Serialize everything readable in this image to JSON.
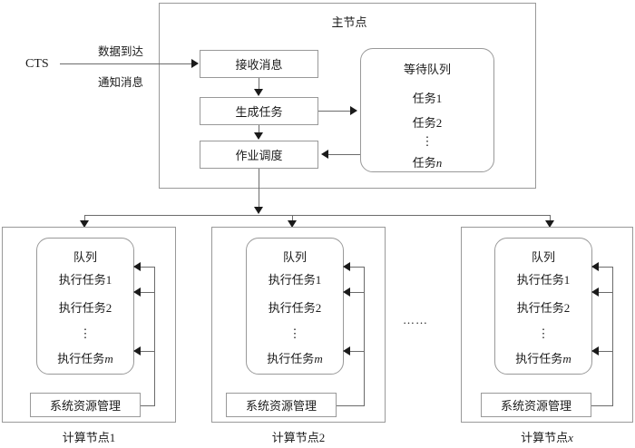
{
  "diagram": {
    "title_master": "主节点",
    "external": {
      "source_label": "CTS",
      "edge_label_top": "数据到达",
      "edge_label_bottom": "通知消息"
    },
    "master_processes": [
      {
        "label": "接收消息"
      },
      {
        "label": "生成任务"
      },
      {
        "label": "作业调度"
      }
    ],
    "wait_queue": {
      "title": "等待队列",
      "items": [
        "任务1",
        "任务2"
      ],
      "vertical_ellipsis": "⋮",
      "last_item_prefix": "任务",
      "last_item_index": "n"
    },
    "compute_nodes": [
      {
        "label_prefix": "计算节点",
        "label_index": "1",
        "queue_title": "队列",
        "queue_items": [
          "执行任务1",
          "执行任务2"
        ],
        "vertical_ellipsis": "⋮",
        "last_task_prefix": "执行任务",
        "last_task_index": "m",
        "resource_manager": "系统资源管理"
      },
      {
        "label_prefix": "计算节点",
        "label_index": "2",
        "queue_title": "队列",
        "queue_items": [
          "执行任务1",
          "执行任务2"
        ],
        "vertical_ellipsis": "⋮",
        "last_task_prefix": "执行任务",
        "last_task_index": "m",
        "resource_manager": "系统资源管理"
      },
      {
        "label_prefix": "计算节点",
        "label_index": "x",
        "queue_title": "队列",
        "queue_items": [
          "执行任务1",
          "执行任务2"
        ],
        "vertical_ellipsis": "⋮",
        "last_task_prefix": "执行任务",
        "last_task_index": "m",
        "resource_manager": "系统资源管理"
      }
    ],
    "between_nodes_ellipsis": "……",
    "colors": {
      "box_stroke": "#999999",
      "line_stroke": "#6b6b6b",
      "arrow_fill": "#1a1a1a",
      "text": "#1a1a1a",
      "background": "#ffffff"
    }
  }
}
